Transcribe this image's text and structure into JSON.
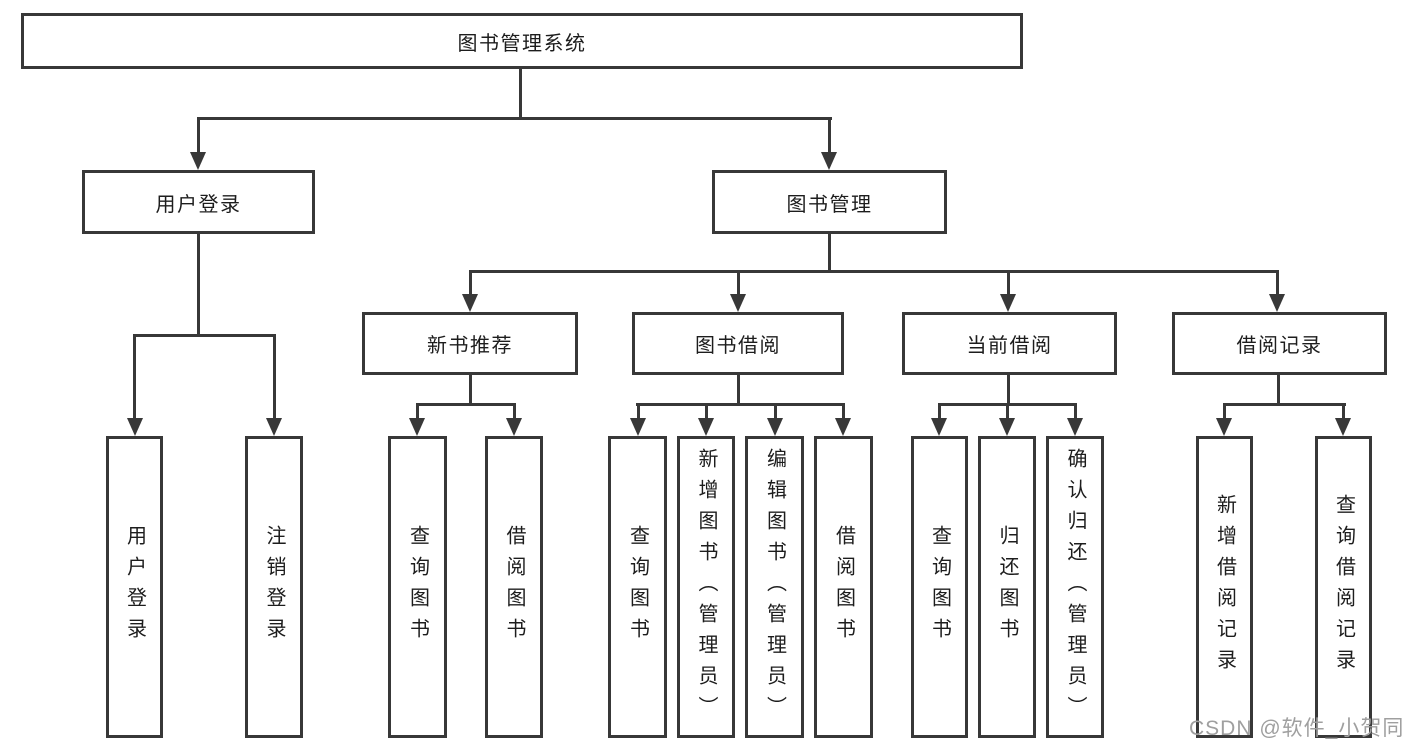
{
  "colors": {
    "line": "#383838",
    "text": "#1d1d1d",
    "background": "#ffffff",
    "watermark": "#9f9f9f"
  },
  "tree": {
    "label": "图书管理系统",
    "children": [
      {
        "label": "用户登录",
        "children": [
          {
            "label": "用户登录"
          },
          {
            "label": "注销登录"
          }
        ]
      },
      {
        "label": "图书管理",
        "children": [
          {
            "label": "新书推荐",
            "children": [
              {
                "label": "查询图书"
              },
              {
                "label": "借阅图书"
              }
            ]
          },
          {
            "label": "图书借阅",
            "children": [
              {
                "label": "查询图书"
              },
              {
                "label": "新增图书（管理员）"
              },
              {
                "label": "编辑图书（管理员）"
              },
              {
                "label": "借阅图书"
              }
            ]
          },
          {
            "label": "当前借阅",
            "children": [
              {
                "label": "查询图书"
              },
              {
                "label": "归还图书"
              },
              {
                "label": "确认归还（管理员）"
              }
            ]
          },
          {
            "label": "借阅记录",
            "children": [
              {
                "label": "新增借阅记录"
              },
              {
                "label": "查询借阅记录"
              }
            ]
          }
        ]
      }
    ]
  },
  "watermark": {
    "text": "CSDN @软件_小贺同学"
  }
}
